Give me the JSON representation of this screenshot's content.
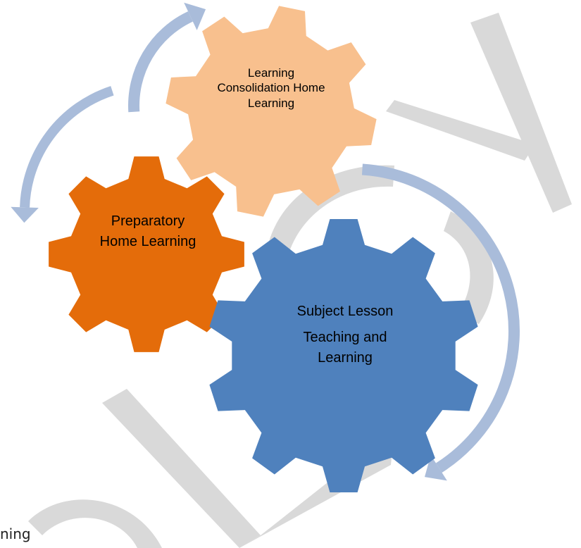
{
  "diagram": {
    "gears": {
      "consolidation": {
        "lines": [
          "Learning",
          "Consolidation Home",
          "Learning"
        ],
        "color": "#F8C08E"
      },
      "preparatory": {
        "lines": [
          "Preparatory",
          "Home Learning"
        ],
        "color": "#E46C0A"
      },
      "subject": {
        "lines": [
          "Subject Lesson",
          "Teaching and",
          "Learning"
        ],
        "color": "#4F81BD"
      }
    },
    "arrow_color": "#A9BCDA",
    "background_shape_color": "#D9D9D9",
    "bottom_fragment": "ning"
  }
}
